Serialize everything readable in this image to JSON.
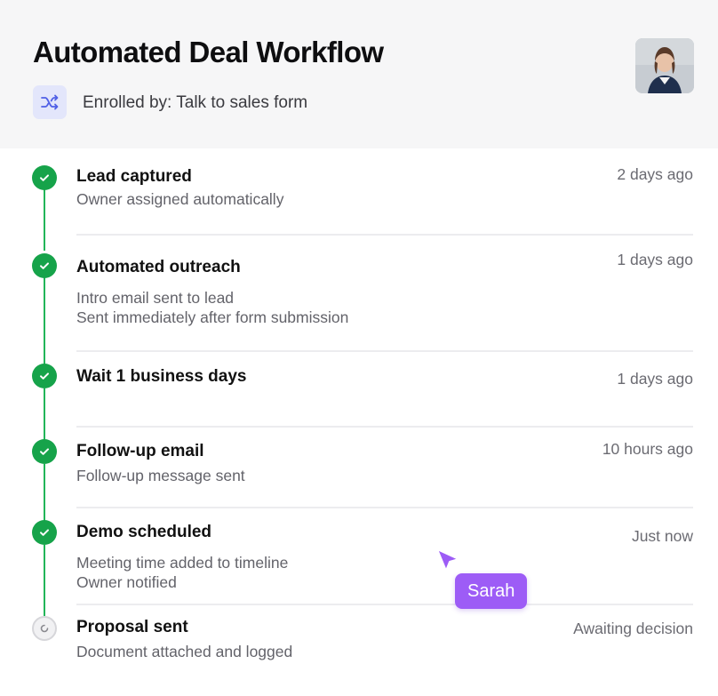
{
  "header": {
    "title": "Automated Deal Workflow",
    "enrolled_by": "Enrolled by: Talk to sales form",
    "enroll_icon": "shuffle-icon",
    "avatar_icon": "user-avatar"
  },
  "steps": [
    {
      "title": "Lead captured",
      "lines": [
        "Owner assigned automatically"
      ],
      "time": "2 days ago",
      "status": "done"
    },
    {
      "title": "Automated outreach",
      "lines": [
        "Intro email sent to lead",
        "Sent immediately after form submission"
      ],
      "time": "1 days ago",
      "status": "done"
    },
    {
      "title": "Wait 1 business days",
      "lines": [],
      "time": "1 days ago",
      "status": "done"
    },
    {
      "title": "Follow-up email",
      "lines": [
        "Follow-up message sent"
      ],
      "time": "10 hours ago",
      "status": "done"
    },
    {
      "title": "Demo scheduled",
      "lines": [
        "Meeting time added to timeline",
        "Owner notified"
      ],
      "time": "Just now",
      "status": "done"
    },
    {
      "title": "Proposal sent",
      "lines": [
        "Document attached and logged"
      ],
      "time": "Awaiting decision",
      "status": "pending"
    }
  ],
  "cursor": {
    "name": "Sarah"
  },
  "colors": {
    "done": "#16a34a",
    "rail": "#22b559",
    "cursor": "#9d5cf6",
    "enroll_bg": "#e3e6fb",
    "enroll_fg": "#4f5fe6"
  }
}
